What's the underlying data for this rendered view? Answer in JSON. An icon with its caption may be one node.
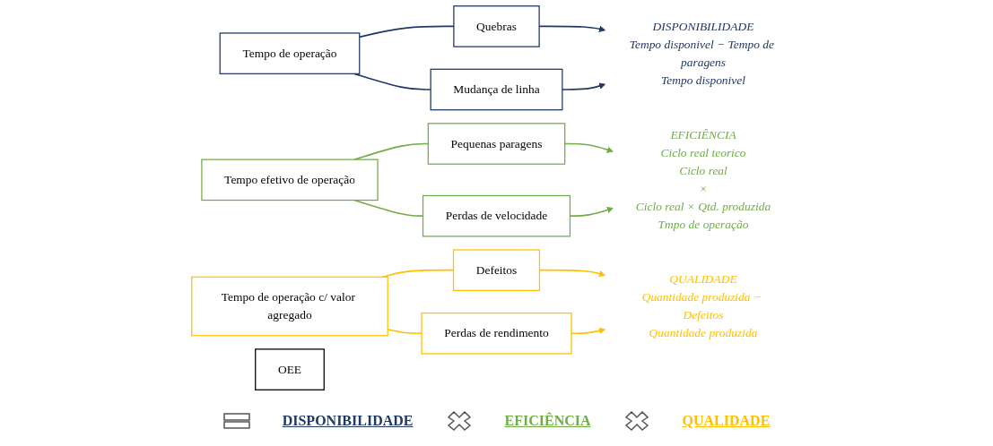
{
  "diagram": {
    "nodes": [
      {
        "text": [
          "Tempo de operação"
        ]
      },
      {
        "text": [
          "Quebras"
        ]
      },
      {
        "text": [
          "Mudança de linha"
        ]
      },
      {
        "text": [
          "DISPONIBILIDADE",
          "Tempo disponivel − Tempo de paragens",
          "Tempo disponivel"
        ]
      },
      {
        "text": [
          "Tempo efetivo de operação"
        ]
      },
      {
        "text": [
          "Pequenas paragens"
        ]
      },
      {
        "text": [
          "Perdas de velocidade"
        ]
      },
      {
        "text": [
          "EFICIÊNCIA",
          "Ciclo real teorico",
          "Ciclo real",
          "×",
          "Ciclo real × Qtd. produzida",
          "Tmpo de operação"
        ]
      },
      {
        "text": [
          "Tempo de operação c/ valor agregado"
        ]
      },
      {
        "text": [
          "Defeitos"
        ]
      },
      {
        "text": [
          "Perdas de rendimento"
        ]
      },
      {
        "text": [
          "QUALIDADE",
          "Quantidade produzida − Defeitos",
          "Quantidade produzida"
        ]
      },
      {
        "text": [
          "OEE"
        ]
      }
    ],
    "edges": [
      {
        "from": 0,
        "to": 1,
        "arrow": "none",
        "color": "#1f3864"
      },
      {
        "from": 0,
        "to": 2,
        "arrow": "none",
        "color": "#1f3864"
      },
      {
        "from": 1,
        "to": 3,
        "arrow": "to",
        "color": "#1f3864"
      },
      {
        "from": 2,
        "to": 3,
        "arrow": "to",
        "color": "#1f3864"
      },
      {
        "from": 4,
        "to": 5,
        "arrow": "none",
        "color": "#70ad47"
      },
      {
        "from": 4,
        "to": 6,
        "arrow": "none",
        "color": "#70ad47"
      },
      {
        "from": 5,
        "to": 7,
        "arrow": "to",
        "color": "#70ad47"
      },
      {
        "from": 6,
        "to": 7,
        "arrow": "to",
        "color": "#70ad47"
      },
      {
        "from": 8,
        "to": 9,
        "arrow": "none",
        "color": "#ffc000"
      },
      {
        "from": 8,
        "to": 10,
        "arrow": "none",
        "color": "#ffc000"
      },
      {
        "from": 9,
        "to": 11,
        "arrow": "to",
        "color": "#ffc000"
      },
      {
        "from": 10,
        "to": 11,
        "arrow": "to",
        "color": "#ffc000"
      }
    ],
    "labels": [
      "DISPONIBILIDADE",
      "EFICIÊNCIA",
      "QUALIDADE"
    ]
  }
}
